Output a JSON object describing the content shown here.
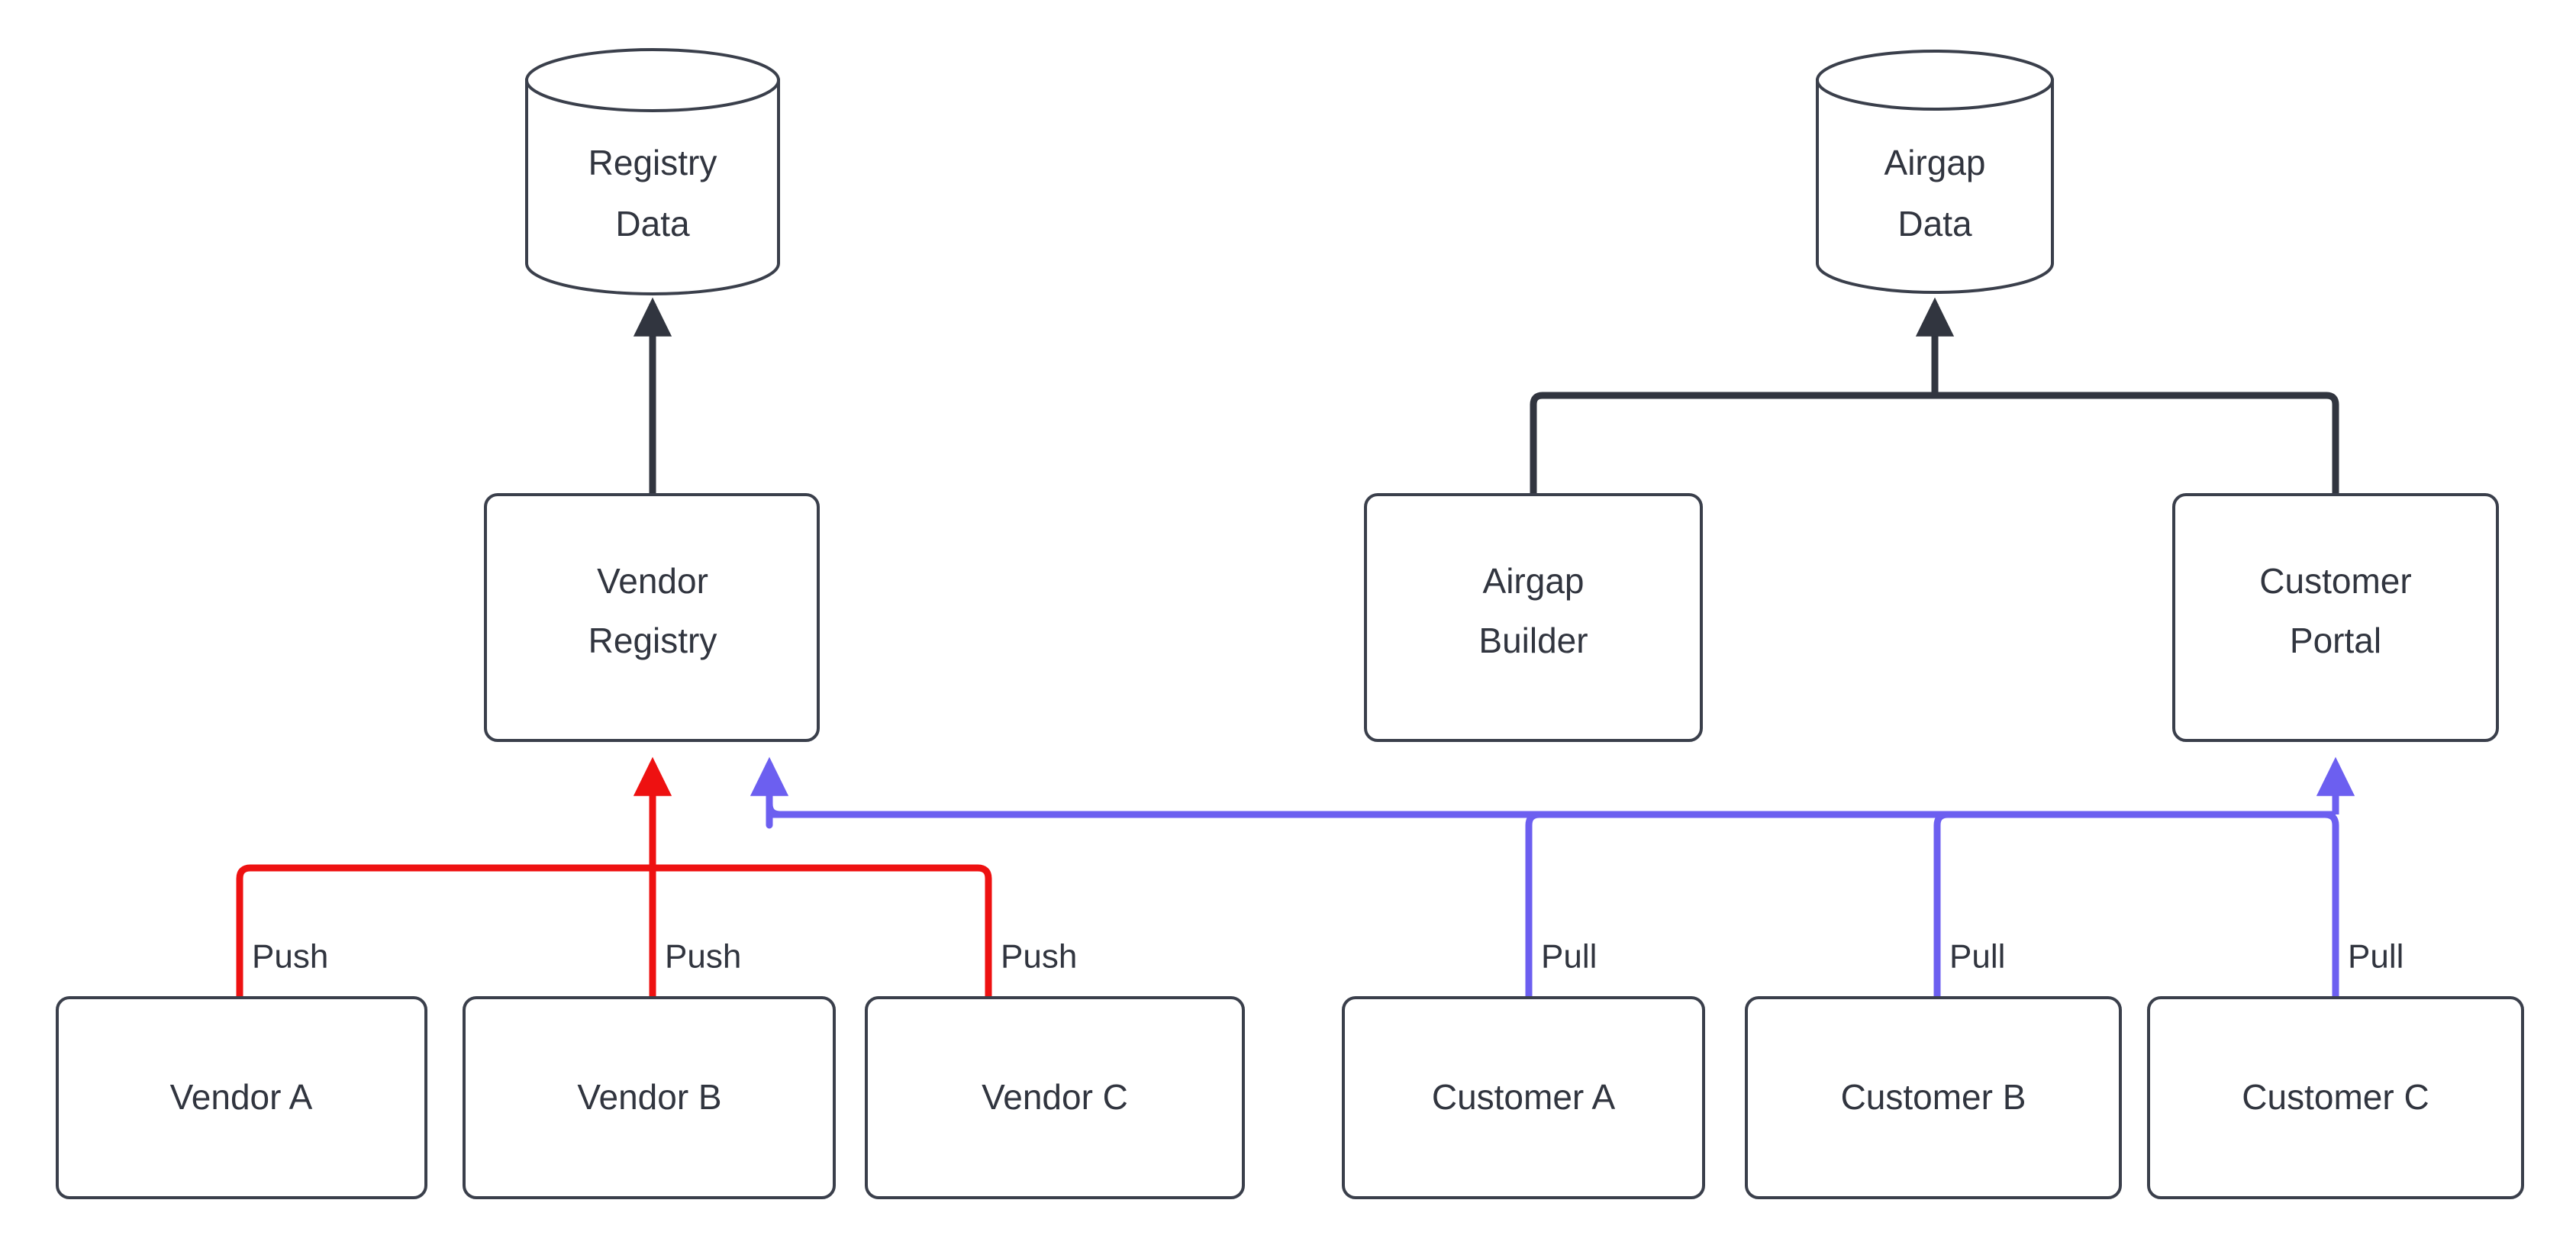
{
  "diagram": {
    "type": "flowchart",
    "background_color": "#ffffff",
    "colors": {
      "node_stroke": "#3a3f4b",
      "node_fill": "#ffffff",
      "text": "#31353f",
      "push_edge": "#ee1111",
      "pull_edge": "#6c5ff0",
      "default_edge": "#31353f"
    },
    "datastores": [
      {
        "id": "registry-data",
        "line1": "Registry",
        "line2": "Data",
        "shape": "cylinder"
      },
      {
        "id": "airgap-data",
        "line1": "Airgap",
        "line2": "Data",
        "shape": "cylinder"
      }
    ],
    "services": [
      {
        "id": "vendor-registry",
        "line1": "Vendor",
        "line2": "Registry",
        "shape": "rounded-rect"
      },
      {
        "id": "airgap-builder",
        "line1": "Airgap",
        "line2": "Builder",
        "shape": "rounded-rect"
      },
      {
        "id": "customer-portal",
        "line1": "Customer",
        "line2": "Portal",
        "shape": "rounded-rect"
      }
    ],
    "actors": [
      {
        "id": "vendor-a",
        "label": "Vendor A",
        "shape": "rounded-rect"
      },
      {
        "id": "vendor-b",
        "label": "Vendor B",
        "shape": "rounded-rect"
      },
      {
        "id": "vendor-c",
        "label": "Vendor C",
        "shape": "rounded-rect"
      },
      {
        "id": "customer-a",
        "label": "Customer A",
        "shape": "rounded-rect"
      },
      {
        "id": "customer-b",
        "label": "Customer B",
        "shape": "rounded-rect"
      },
      {
        "id": "customer-c",
        "label": "Customer C",
        "shape": "rounded-rect"
      }
    ],
    "edge_labels": [
      {
        "id": "push-a",
        "label": "Push",
        "color": "#ee1111"
      },
      {
        "id": "push-b",
        "label": "Push",
        "color": "#ee1111"
      },
      {
        "id": "push-c",
        "label": "Push",
        "color": "#ee1111"
      },
      {
        "id": "pull-a",
        "label": "Pull",
        "color": "#6c5ff0"
      },
      {
        "id": "pull-b",
        "label": "Pull",
        "color": "#6c5ff0"
      },
      {
        "id": "pull-c",
        "label": "Pull",
        "color": "#6c5ff0"
      }
    ],
    "edges": [
      {
        "from": "vendor-registry",
        "to": "registry-data",
        "label": "",
        "color": "#31353f"
      },
      {
        "from": "airgap-builder",
        "to": "airgap-data",
        "label": "",
        "color": "#31353f"
      },
      {
        "from": "customer-portal",
        "to": "airgap-data",
        "label": "",
        "color": "#31353f"
      },
      {
        "from": "vendor-a",
        "to": "vendor-registry",
        "label": "Push",
        "color": "#ee1111"
      },
      {
        "from": "vendor-b",
        "to": "vendor-registry",
        "label": "Push",
        "color": "#ee1111"
      },
      {
        "from": "vendor-c",
        "to": "vendor-registry",
        "label": "Push",
        "color": "#ee1111"
      },
      {
        "from": "customer-a",
        "to": "customer-portal",
        "label": "Pull",
        "color": "#6c5ff0"
      },
      {
        "from": "customer-b",
        "to": "customer-portal",
        "label": "Pull",
        "color": "#6c5ff0"
      },
      {
        "from": "customer-c",
        "to": "customer-portal",
        "label": "Pull",
        "color": "#6c5ff0"
      },
      {
        "from": "vendor-registry",
        "to": "customer-portal",
        "label": "",
        "color": "#6c5ff0"
      }
    ]
  }
}
